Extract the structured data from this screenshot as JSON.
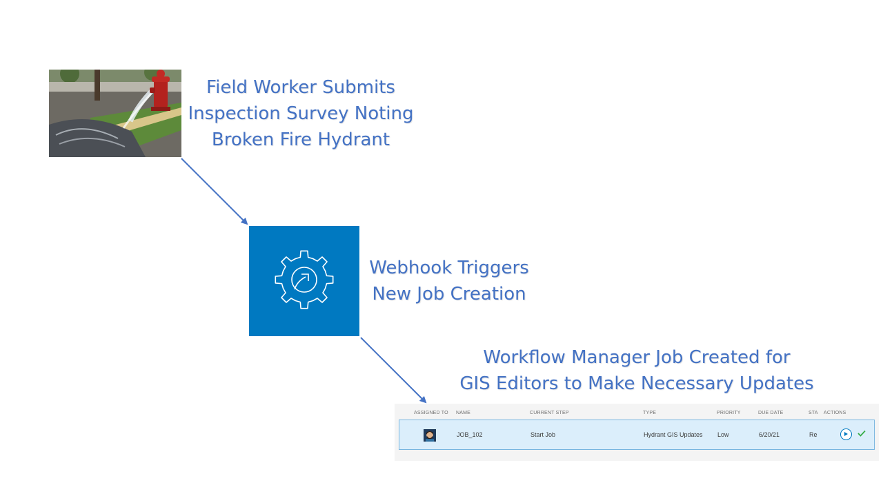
{
  "steps": [
    {
      "lines": [
        "Field Worker Submits",
        "Inspection Survey Noting",
        "Broken Fire Hydrant"
      ]
    },
    {
      "lines": [
        "Webhook Triggers",
        "New Job Creation"
      ]
    },
    {
      "lines": [
        "Workflow Manager Job Created for",
        "GIS Editors to Make Necessary Updates"
      ]
    }
  ],
  "colors": {
    "text": "#4472c4",
    "arrow": "#4472c4",
    "gear_box": "#0079c1",
    "row_highlight": "#dbeefb"
  },
  "icons": {
    "photo": "fire-hydrant-photo",
    "gear": "gear-with-arrow-icon",
    "avatar": "user-avatar-icon",
    "play": "play-icon",
    "check": "check-icon"
  },
  "table": {
    "headers": {
      "assigned_to": "ASSIGNED TO",
      "name": "NAME",
      "current_step": "CURRENT STEP",
      "type": "TYPE",
      "priority": "PRIORITY",
      "due_date": "DUE DATE",
      "status": "STA",
      "actions": "ACTIONS"
    },
    "row": {
      "name": "JOB_102",
      "current_step": "Start Job",
      "type": "Hydrant GIS Updates",
      "priority": "Low",
      "due_date": "6/20/21",
      "status": "Re"
    }
  }
}
